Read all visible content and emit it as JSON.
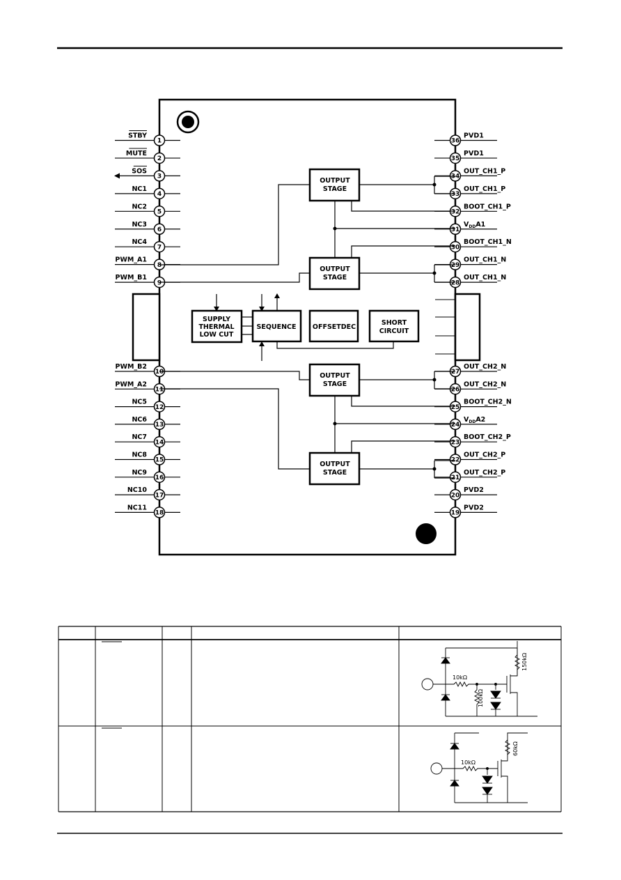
{
  "left_pins": [
    {
      "num": "1",
      "label": "STBY",
      "overbar": true,
      "arrow": false
    },
    {
      "num": "2",
      "label": "MUTE",
      "overbar": true,
      "arrow": false
    },
    {
      "num": "3",
      "label": "SOS",
      "overbar": true,
      "arrow": true
    },
    {
      "num": "4",
      "label": "NC1"
    },
    {
      "num": "5",
      "label": "NC2"
    },
    {
      "num": "6",
      "label": "NC3"
    },
    {
      "num": "7",
      "label": "NC4"
    },
    {
      "num": "8",
      "label": "PWM_A1"
    },
    {
      "num": "9",
      "label": "PWM_B1"
    },
    {
      "num": "10",
      "label": "PWM_B2"
    },
    {
      "num": "11",
      "label": "PWM_A2"
    },
    {
      "num": "12",
      "label": "NC5"
    },
    {
      "num": "13",
      "label": "NC6"
    },
    {
      "num": "14",
      "label": "NC7"
    },
    {
      "num": "15",
      "label": "NC8"
    },
    {
      "num": "16",
      "label": "NC9"
    },
    {
      "num": "17",
      "label": "NC10"
    },
    {
      "num": "18",
      "label": "NC11"
    }
  ],
  "right_pins": [
    {
      "num": "36",
      "label": "PVD1"
    },
    {
      "num": "35",
      "label": "PVD1"
    },
    {
      "num": "34",
      "label": "OUT_CH1_P"
    },
    {
      "num": "33",
      "label": "OUT_CH1_P"
    },
    {
      "num": "32",
      "label": "BOOT_CH1_P"
    },
    {
      "num": "31",
      "label": "V",
      "sub": "DD",
      "suffix": "A1"
    },
    {
      "num": "30",
      "label": "BOOT_CH1_N"
    },
    {
      "num": "29",
      "label": "OUT_CH1_N"
    },
    {
      "num": "28",
      "label": "OUT_CH1_N"
    },
    {
      "num": "27",
      "label": "OUT_CH2_N"
    },
    {
      "num": "26",
      "label": "OUT_CH2_N"
    },
    {
      "num": "25",
      "label": "BOOT_CH2_N"
    },
    {
      "num": "24",
      "label": "V",
      "sub": "DD",
      "suffix": "A2"
    },
    {
      "num": "23",
      "label": "BOOT_CH2_P"
    },
    {
      "num": "22",
      "label": "OUT_CH2_P"
    },
    {
      "num": "21",
      "label": "OUT_CH2_P"
    },
    {
      "num": "20",
      "label": "PVD2"
    },
    {
      "num": "19",
      "label": "PVD2"
    }
  ],
  "blocks": {
    "output_stage": [
      "OUTPUT",
      "STAGE"
    ],
    "supply": [
      "SUPPLY",
      "THERMAL",
      "LOW CUT"
    ],
    "sequence": "SEQUENCE",
    "offset": "OFFSETDEC",
    "short": [
      "SHORT",
      "CIRCUIT"
    ]
  },
  "circuit1": {
    "r1": "10kΩ",
    "r2": "100kΩ",
    "r3": "150kΩ"
  },
  "circuit2": {
    "r1": "10kΩ",
    "r3": "60kΩ"
  }
}
